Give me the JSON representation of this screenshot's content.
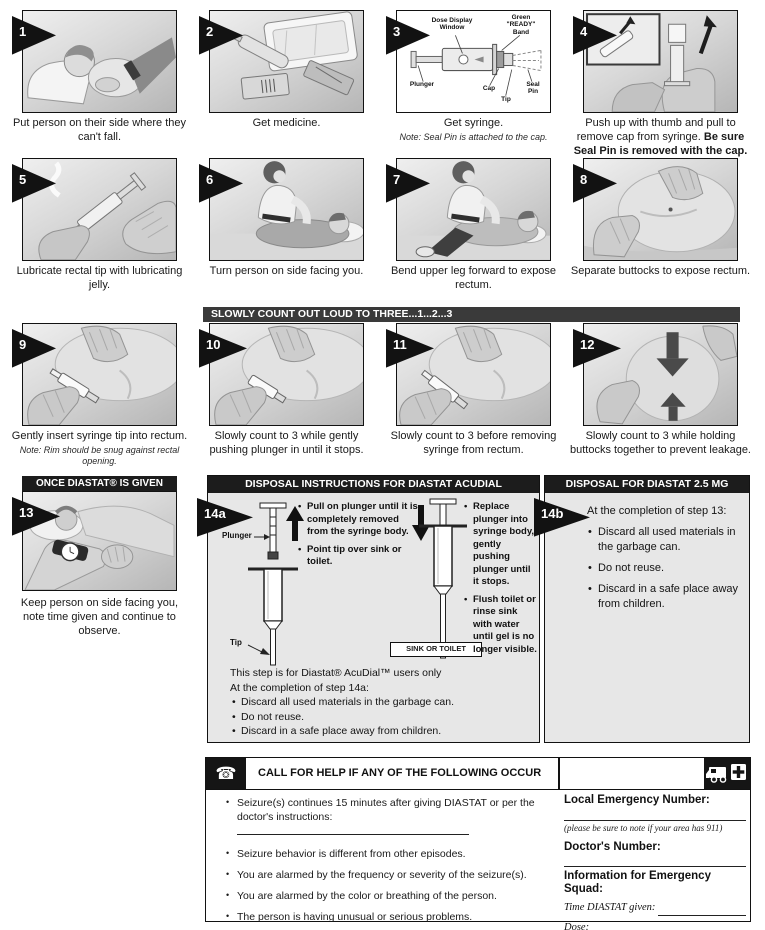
{
  "steps": [
    {
      "num": "1",
      "caption": "Put person on their side where they can't fall."
    },
    {
      "num": "2",
      "caption": "Get medicine."
    },
    {
      "num": "3",
      "caption": "Get syringe.",
      "note": "Note: Seal Pin is attached to the cap."
    },
    {
      "num": "4",
      "caption": "Push up with thumb and pull to remove cap from syringe. ",
      "caption_bold": "Be sure Seal Pin is removed with the cap."
    },
    {
      "num": "5",
      "caption": "Lubricate rectal tip with lubricating jelly."
    },
    {
      "num": "6",
      "caption": "Turn person on side facing you."
    },
    {
      "num": "7",
      "caption": "Bend upper leg forward to expose rectum."
    },
    {
      "num": "8",
      "caption": "Separate buttocks to expose rectum."
    },
    {
      "num": "9",
      "caption": "Gently insert syringe tip into rectum.",
      "note": "Note: Rim should be snug against rectal opening."
    },
    {
      "num": "10",
      "caption": "Slowly count to 3 while gently pushing plunger in until it stops."
    },
    {
      "num": "11",
      "caption": "Slowly count to 3 before removing syringe from rectum."
    },
    {
      "num": "12",
      "caption": "Slowly count to 3 while holding buttocks together to prevent leakage."
    },
    {
      "num": "13",
      "caption": "Keep person on side facing you, note time given and continue to observe."
    }
  ],
  "syringe_diagram": {
    "dose_display": "Dose Display Window",
    "green_band": "Green \"READY\" Band",
    "plunger": "Plunger",
    "cap": "Cap",
    "tip": "Tip",
    "seal_pin": "Seal Pin"
  },
  "banners": {
    "count_out_loud": "SLOWLY COUNT OUT LOUD TO THREE...1...2...3",
    "once_given": "ONCE DIASTAT® IS GIVEN"
  },
  "disposal_acudial": {
    "flag": "14a",
    "header": "DISPOSAL INSTRUCTIONS FOR DIASTAT ACUDIAL",
    "plunger_label": "Plunger",
    "tip_label": "Tip",
    "sink_label": "SINK OR TOILET",
    "left_bullets": [
      "Pull on plunger until it is completely removed from the syringe body.",
      "Point tip over sink or toilet."
    ],
    "right_bullets": [
      "Replace plunger into syringe body, gently pushing plunger until it stops.",
      "Flush toilet or rinse sink with water until gel is no longer visible."
    ],
    "footer_line1": "This step is for Diastat® AcuDial™ users only",
    "footer_line2": "At the completion of step 14a:",
    "footer_bullets": [
      "Discard all used materials in the garbage can.",
      "Do not reuse.",
      "Discard in a safe place away from children."
    ]
  },
  "disposal_25mg": {
    "flag": "14b",
    "header": "DISPOSAL FOR DIASTAT 2.5 MG",
    "intro": "At the completion of step 13:",
    "bullets": [
      "Discard all used materials in the garbage can.",
      "Do not reuse.",
      "Discard in a safe place away from children."
    ]
  },
  "call_for_help": {
    "header": "CALL FOR HELP IF ANY OF THE FOLLOWING OCCUR",
    "bullets": [
      "Seizure(s) continues 15 minutes after giving DIASTAT or per the doctor's instructions:",
      "Seizure behavior is different from other episodes.",
      "You are alarmed by the frequency or severity of the seizure(s).",
      "You are alarmed by the color or breathing of the person.",
      "The person is having unusual or serious problems."
    ],
    "local_emergency_label": "Local Emergency Number:",
    "emergency_note": "(please be sure to note if your area has 911)",
    "doctors_label": "Doctor's Number:",
    "squad_label": "Information for Emergency Squad:",
    "time_label": "Time DIASTAT given:",
    "dose_label": "Dose:"
  },
  "colors": {
    "bar_dark": "#1c1c1c",
    "banner_gray": "#3a3a3a",
    "panel_border": "#121212",
    "disposal_body": "#e7e7e7",
    "text": "#1a1a1a"
  }
}
